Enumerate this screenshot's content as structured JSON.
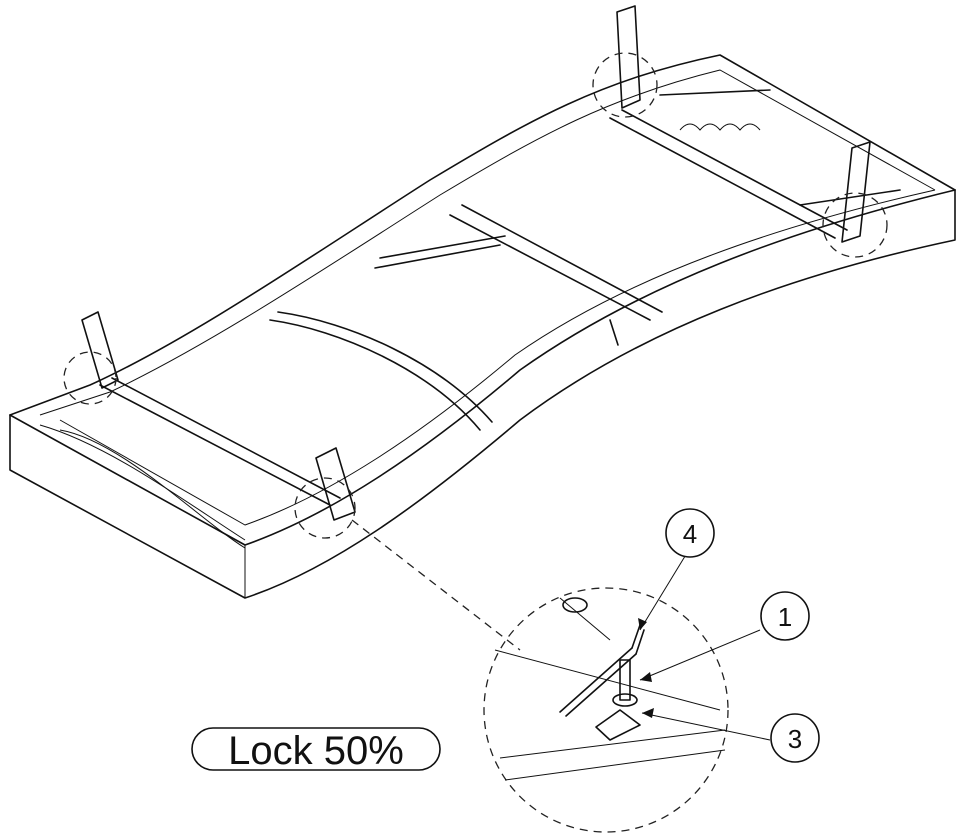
{
  "label": "Lock 50%",
  "callouts": {
    "c1": "1",
    "c3": "3",
    "c4": "4"
  }
}
